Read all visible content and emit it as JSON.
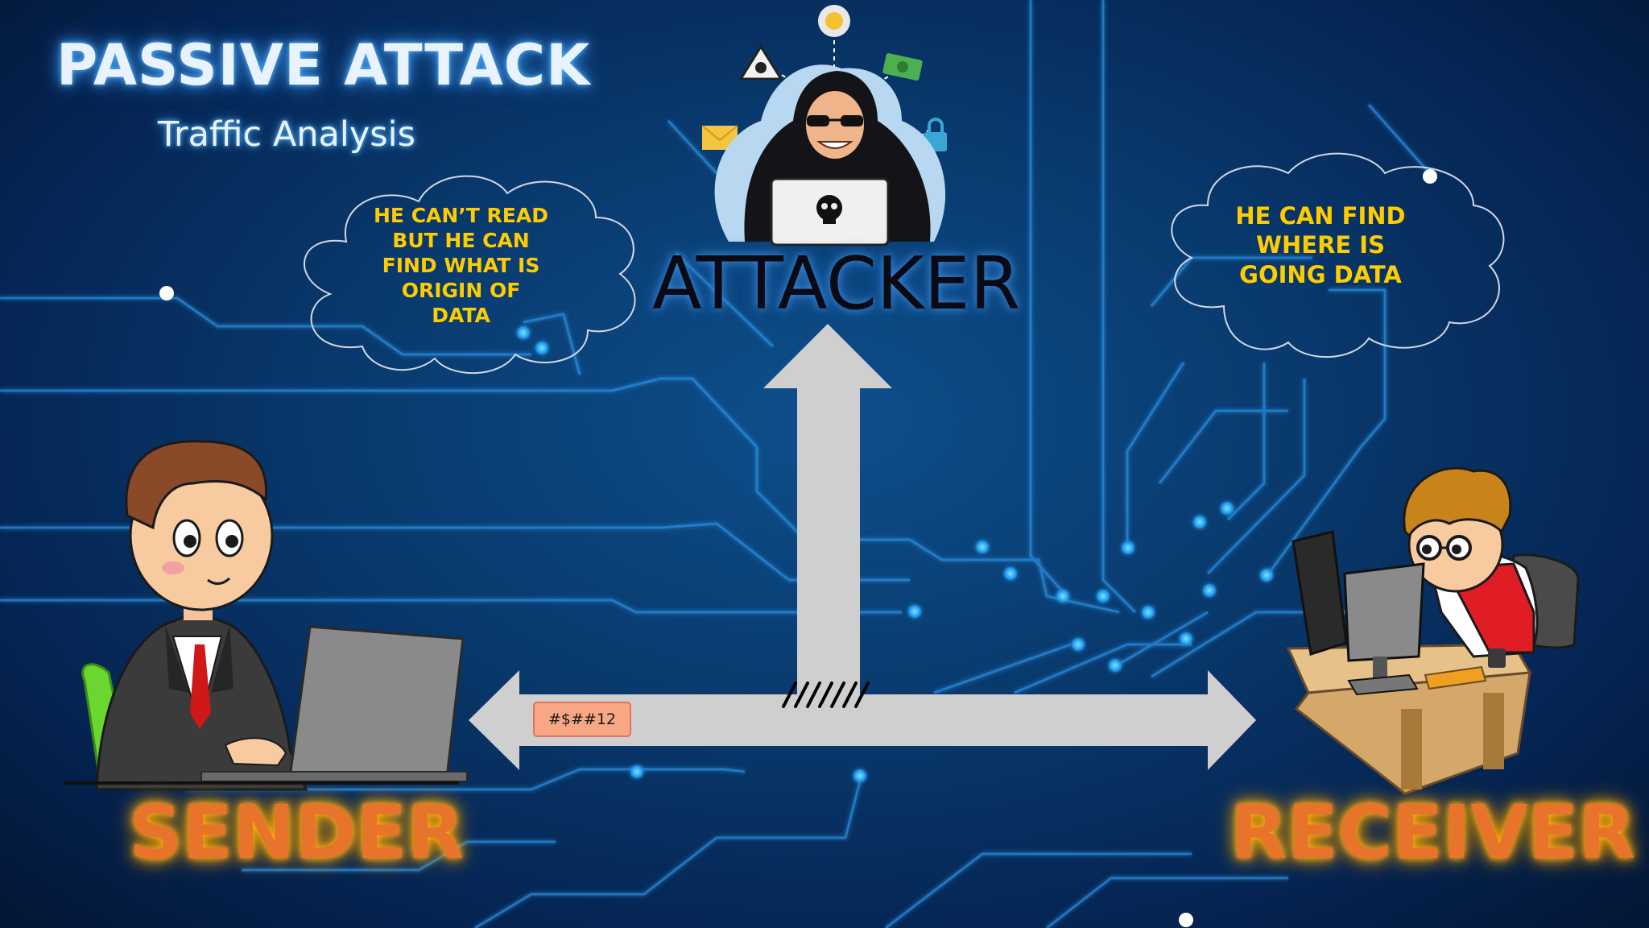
{
  "title": "PASSIVE ATTACK",
  "subtitle": "Traffic Analysis",
  "attacker": {
    "label": "ATTACKER"
  },
  "sender": {
    "label": "SENDER"
  },
  "receiver": {
    "label": "RECEIVER"
  },
  "thought_left": {
    "lines": [
      "HE CAN’T READ",
      "BUT HE CAN",
      "FIND WHAT IS",
      "ORIGIN OF",
      "DATA"
    ]
  },
  "thought_right": {
    "lines": [
      "HE CAN FIND",
      "WHERE IS",
      "GOING DATA"
    ]
  },
  "packet": {
    "text": "#$##12"
  },
  "colors": {
    "background": "#073a6e",
    "circuit": "#2b8fe0",
    "node": "#35b6ff",
    "arrow": "#cfcfcf",
    "label_orange": "#e8732a",
    "cloud_text": "#ffcc00"
  }
}
